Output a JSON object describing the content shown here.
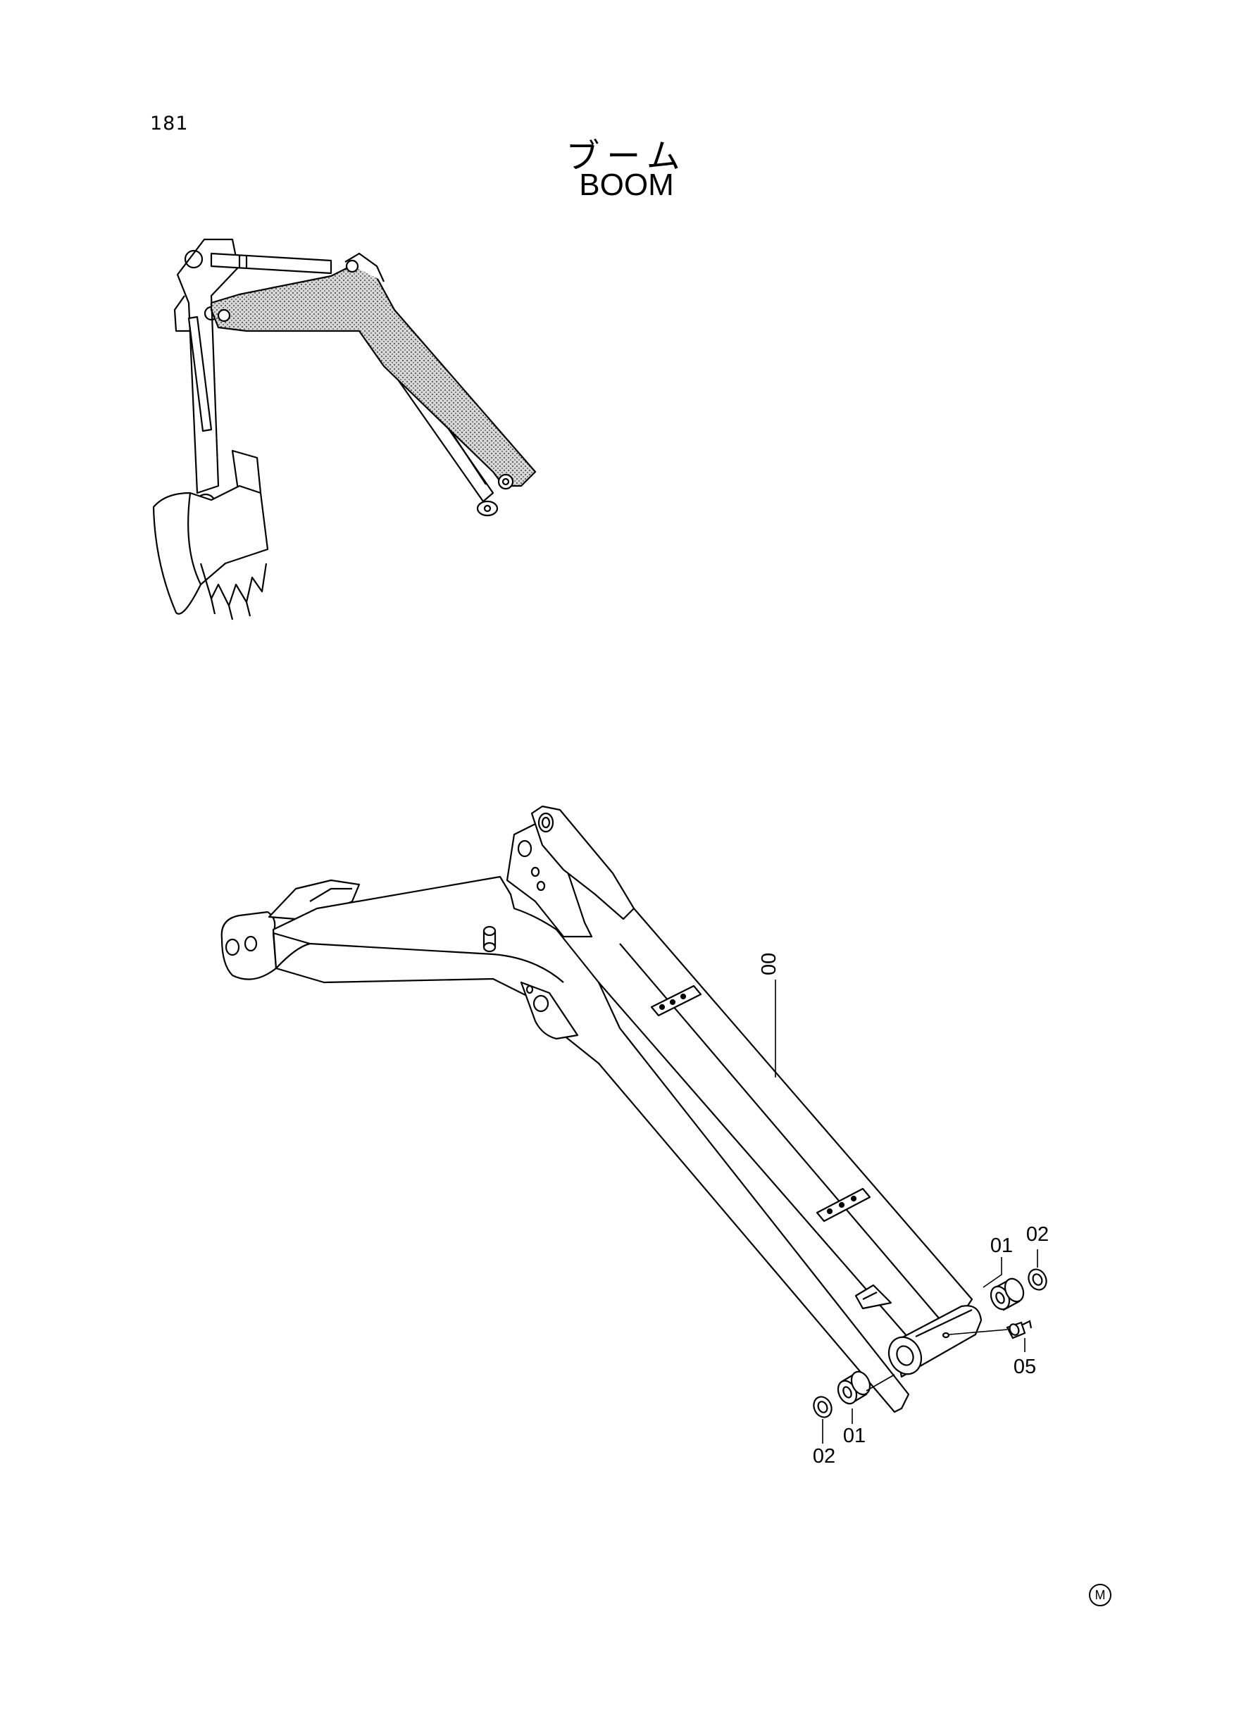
{
  "page": {
    "number": "181"
  },
  "title": {
    "japanese": "ブーム",
    "english": "BOOM"
  },
  "callouts": {
    "boom": "00",
    "bushing_upper": "01",
    "washer_upper": "02",
    "grease_fitting": "05",
    "bushing_lower": "01",
    "washer_lower": "02"
  },
  "mark": "M"
}
